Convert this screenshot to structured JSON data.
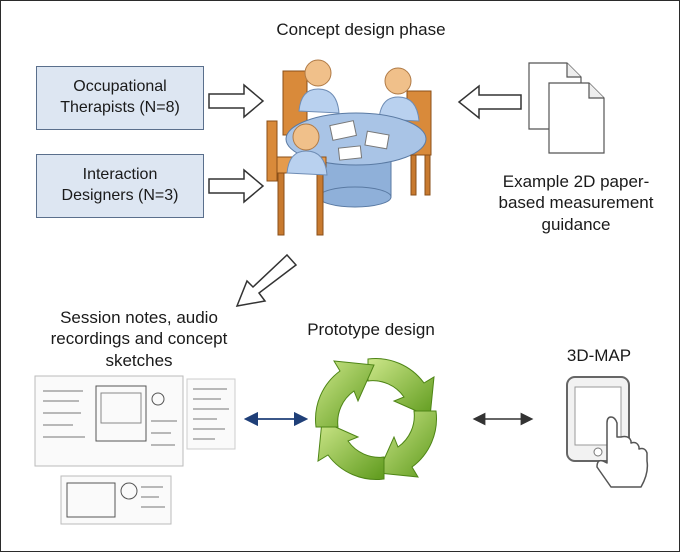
{
  "diagram": {
    "concept_phase_label": "Concept design phase",
    "occupational_therapists": "Occupational\nTherapists (N=8)",
    "interaction_designers": "Interaction\nDesigners (N=3)",
    "paper_guidance": "Example 2D paper-\nbased measurement\nguidance",
    "session_outputs": "Session notes, audio\nrecordings and concept\nsketches",
    "prototype_label": "Prototype design",
    "app_label": "3D-MAP"
  },
  "colors": {
    "box_fill": "#dde6f2",
    "box_border": "#5a6f8c",
    "cycle_green_light": "#b8dc3a",
    "cycle_green_dark": "#5e9a1c",
    "table_blue": "#a9c4e6",
    "chair_orange": "#d98a3a",
    "person_skin": "#f0c08a",
    "person_shirt": "#b9d1ef",
    "connector_blue": "#1f3f78"
  },
  "icons": [
    "document-icon",
    "meeting-table-icon",
    "sketch-icon",
    "cycle-icon",
    "tablet-icon",
    "hand-pointer-icon"
  ]
}
